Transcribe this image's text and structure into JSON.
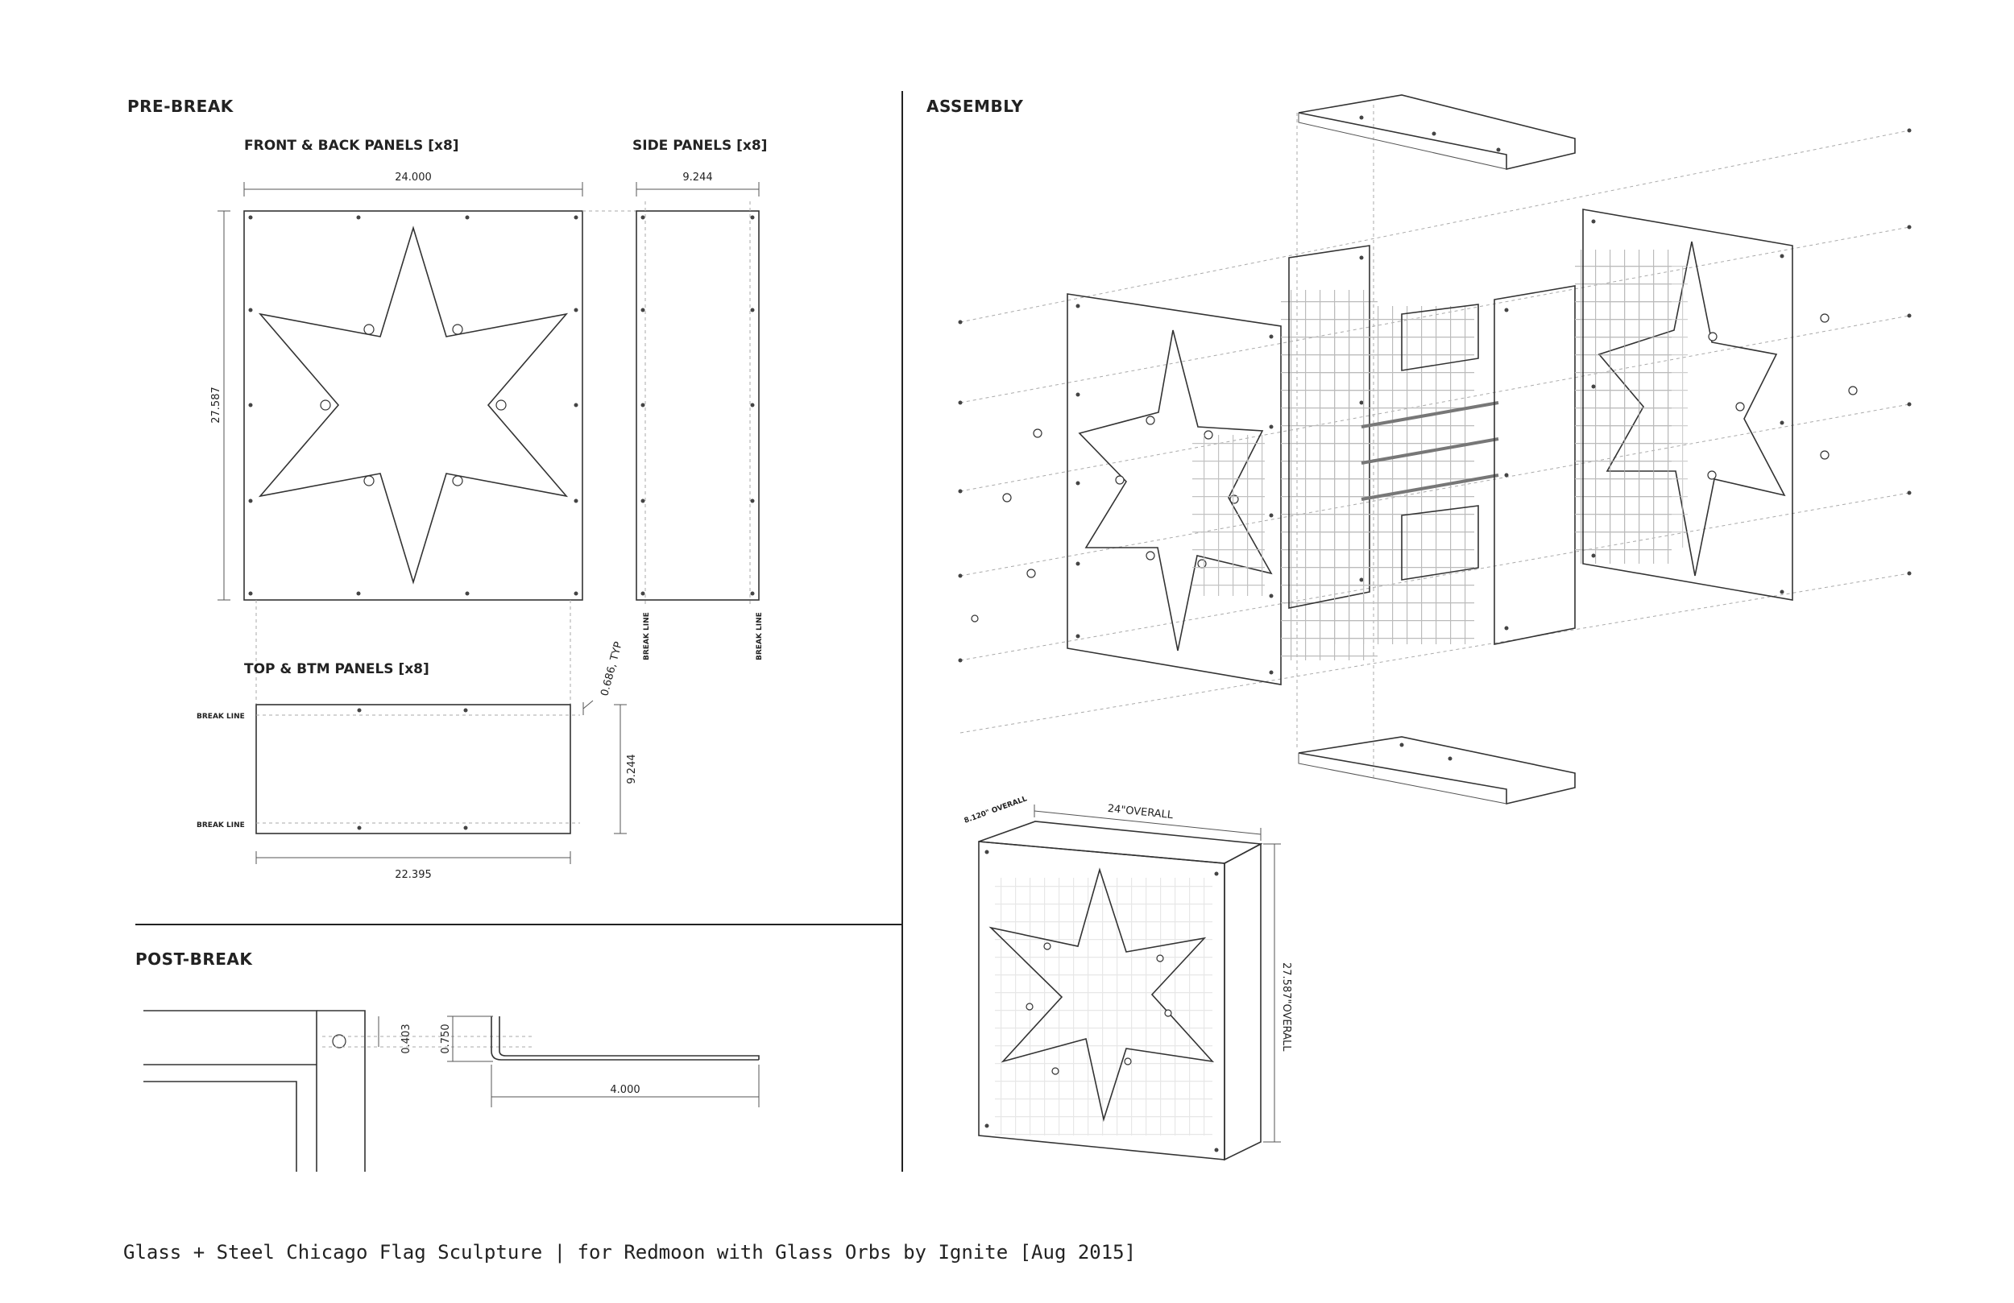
{
  "sections": {
    "pre_break": "PRE-BREAK",
    "assembly": "ASSEMBLY",
    "post_break": "POST-BREAK"
  },
  "panels": {
    "front_back_title": "FRONT & BACK PANELS [x8]",
    "side_title": "SIDE PANELS [x8]",
    "top_btm_title": "TOP & BTM PANELS [x8]"
  },
  "dimensions": {
    "front_width": "24.000",
    "front_height": "27.587",
    "side_width": "9.244",
    "flange_typ": "0.686, TYP",
    "top_height": "9.244",
    "top_width": "22.395",
    "post_403": "0.403",
    "post_750": "0.750",
    "post_4000": "4.000",
    "overall_depth": "8.120\" OVERALL",
    "overall_width": "24\"OVERALL",
    "overall_height": "27.587\"OVERALL"
  },
  "labels": {
    "break_line": "BREAK LINE"
  },
  "caption": "Glass + Steel Chicago Flag Sculpture | for Redmoon with Glass Orbs by Ignite [Aug 2015]"
}
